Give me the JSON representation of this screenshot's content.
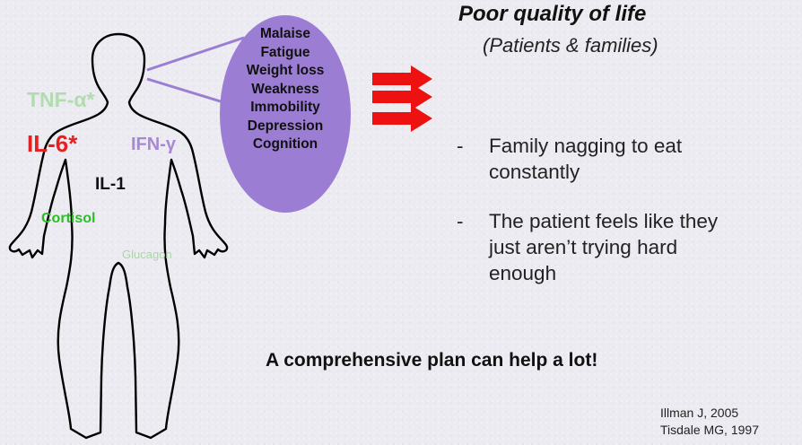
{
  "markers": {
    "tnf": "TNF-α*",
    "il6": "IL-6*",
    "ifn": "IFN-γ",
    "il1": "IL-1",
    "cortisol": "Cortisol",
    "glucagon": "Glucagon"
  },
  "symptoms": [
    "Malaise",
    "Fatigue",
    "Weight loss",
    "Weakness",
    "Immobility",
    "Depression",
    "Cognition"
  ],
  "heading": "Poor quality of life",
  "subheading": "(Patients & families)",
  "bullets": [
    {
      "dash": "-",
      "text": "Family nagging to eat\nconstantly"
    },
    {
      "dash": "-",
      "text": "The patient feels like they\njust aren’t trying hard\nenough"
    }
  ],
  "callout": "A comprehensive plan can help a lot!",
  "references": [
    "Illman J, 2005",
    "Tisdale MG, 1997"
  ],
  "colors": {
    "ellipse": "#9c7dd4",
    "arrow": "#ee1111",
    "highlight_red": "#e52020",
    "green": "#2dbc28"
  },
  "icons": {
    "body": "human-body-outline-icon",
    "arrows": "right-arrow-icon"
  }
}
